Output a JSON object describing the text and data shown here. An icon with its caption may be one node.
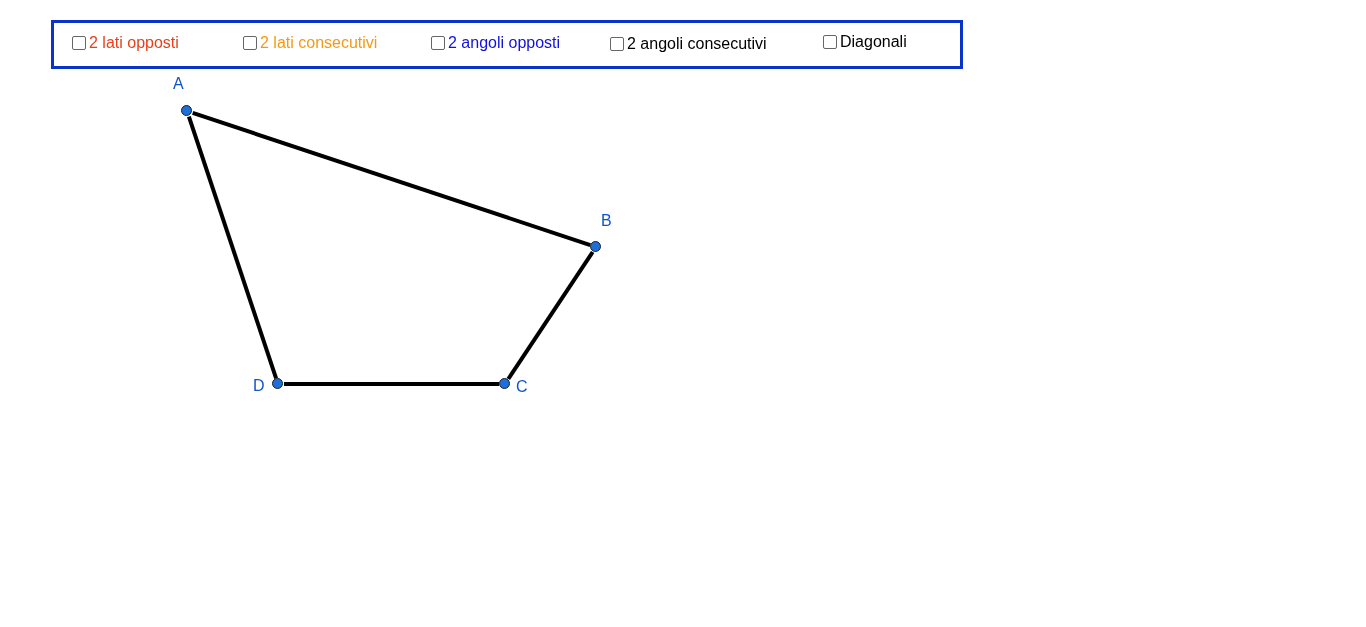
{
  "diagram": {
    "nodes": [
      {
        "text": [
          "A"
        ]
      },
      {
        "text": [
          "B"
        ]
      },
      {
        "text": [
          "C"
        ]
      },
      {
        "text": [
          "D"
        ]
      }
    ],
    "edges": [
      {
        "from": 0,
        "to": 1,
        "arrow": "none"
      },
      {
        "from": 1,
        "to": 2,
        "arrow": "none"
      },
      {
        "from": 2,
        "to": 3,
        "arrow": "none"
      },
      {
        "from": 3,
        "to": 0,
        "arrow": "none"
      }
    ],
    "labels": [
      "2 lati opposti",
      "2 lati consecutivi",
      "2 angoli opposti",
      "2 angoli consecutivi",
      "Diagonali"
    ]
  }
}
